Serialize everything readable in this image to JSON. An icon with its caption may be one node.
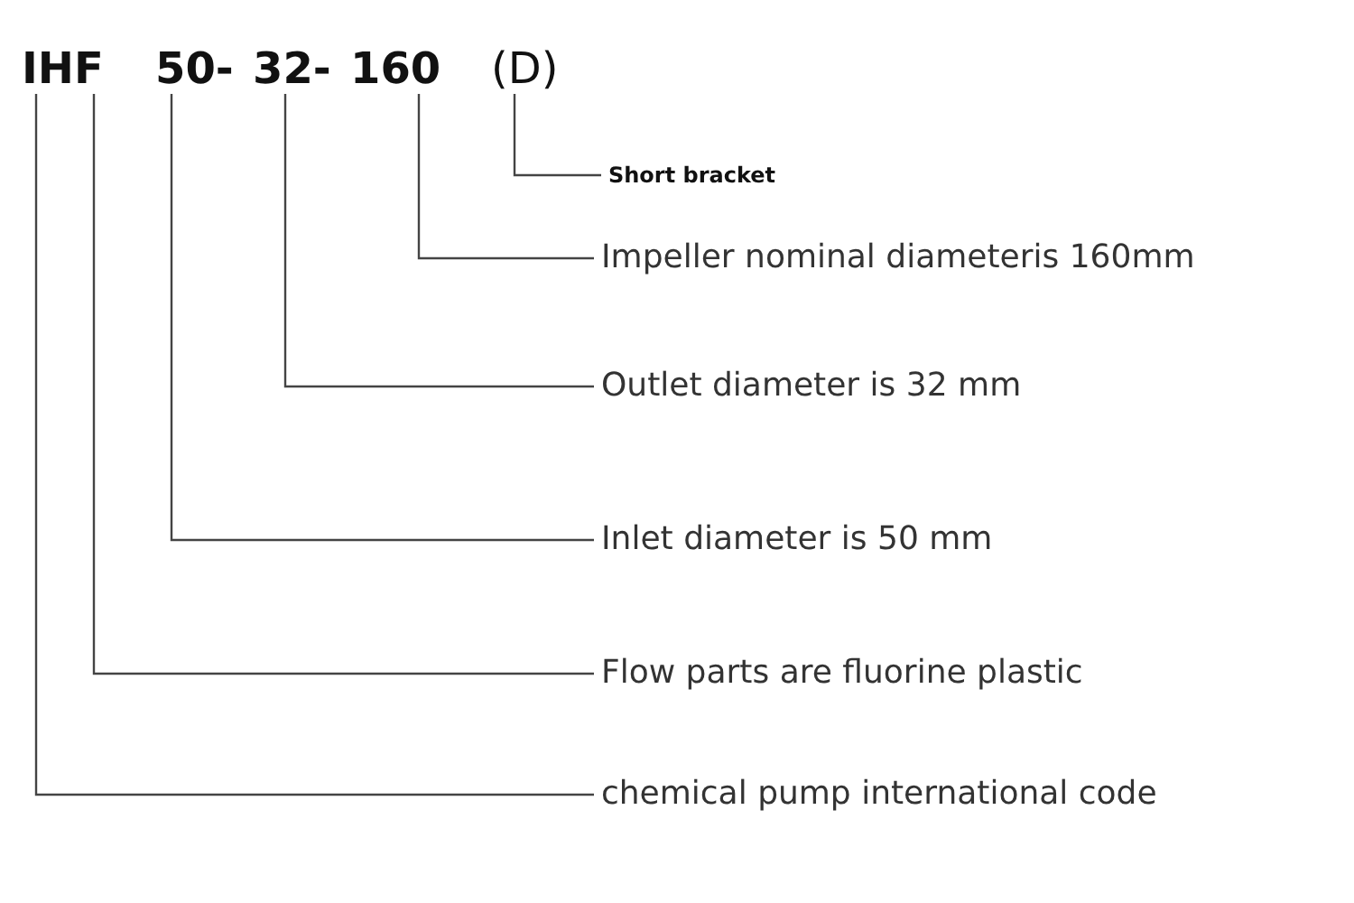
{
  "diagram": {
    "nodes": [
      {
        "text": [
          "IHF"
        ]
      },
      {
        "text": [
          "50-"
        ]
      },
      {
        "text": [
          "32-"
        ]
      },
      {
        "text": [
          "160"
        ]
      },
      {
        "text": [
          "(D)"
        ]
      },
      {
        "text": [
          "Short bracket"
        ]
      },
      {
        "text": [
          "Impeller nominal diameteris 160mm"
        ]
      },
      {
        "text": [
          "Outlet diameter is 32 mm"
        ]
      },
      {
        "text": [
          "Inlet diameter is 50 mm"
        ]
      },
      {
        "text": [
          "Flow parts are fluorine plastic"
        ]
      },
      {
        "text": [
          "chemical pump international code"
        ]
      }
    ],
    "edges": [
      {
        "from": 5,
        "to": 4,
        "arrow": "none"
      },
      {
        "from": 6,
        "to": 3,
        "arrow": "none"
      },
      {
        "from": 7,
        "to": 2,
        "arrow": "none"
      },
      {
        "from": 8,
        "to": 1,
        "arrow": "none"
      },
      {
        "from": 9,
        "to": 0,
        "arrow": "none"
      },
      {
        "from": 10,
        "to": 0,
        "arrow": "none"
      }
    ]
  }
}
